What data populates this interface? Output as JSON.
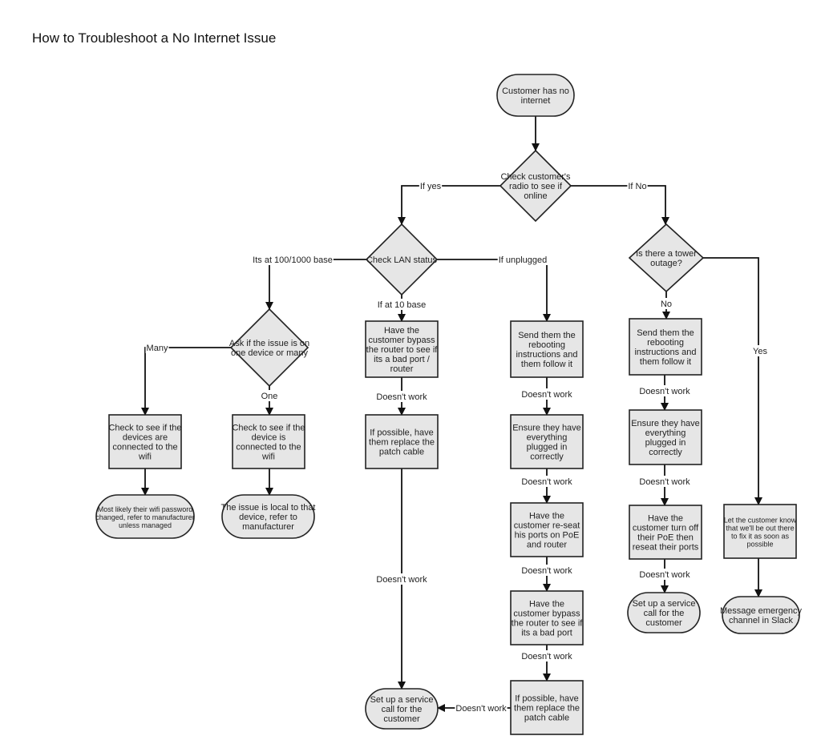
{
  "title": "How to Troubleshoot a No Internet Issue",
  "colors": {
    "fill": "#e6e6e6",
    "stroke": "#222222",
    "edge": "#111111"
  },
  "nodes": [
    {
      "id": "start",
      "type": "terminal",
      "lines": [
        "Customer has no",
        "internet"
      ]
    },
    {
      "id": "d1",
      "type": "decision",
      "lines": [
        "Check customer's",
        "radio to see if",
        "online"
      ]
    },
    {
      "id": "d2",
      "type": "decision",
      "lines": [
        "Check LAN status"
      ]
    },
    {
      "id": "d3",
      "type": "decision",
      "lines": [
        "Is there a tower",
        "outage?"
      ]
    },
    {
      "id": "d4",
      "type": "decision",
      "lines": [
        "Ask if the issue is on",
        "one device or many"
      ]
    },
    {
      "id": "A",
      "type": "process",
      "lines": [
        "Check to see if the",
        "devices are",
        "connected to the",
        "wifi"
      ]
    },
    {
      "id": "B",
      "type": "process",
      "lines": [
        "Check to see if the",
        "device is",
        "connected to the",
        "wifi"
      ]
    },
    {
      "id": "T1",
      "type": "terminal",
      "small": true,
      "lines": [
        "Most likely their wifi password",
        "changed, refer to manufacturer",
        "unless managed"
      ]
    },
    {
      "id": "T2",
      "type": "terminal",
      "lines": [
        "The issue is local to that",
        "device, refer to",
        "manufacturer"
      ]
    },
    {
      "id": "C",
      "type": "process",
      "lines": [
        "Have the",
        "customer bypass",
        "the router to see if",
        "its a bad port /",
        "router"
      ]
    },
    {
      "id": "D",
      "type": "process",
      "lines": [
        "If possible, have",
        "them replace the",
        "patch cable"
      ]
    },
    {
      "id": "T3",
      "type": "terminal",
      "lines": [
        "Set up a service",
        "call for the",
        "customer"
      ]
    },
    {
      "id": "E",
      "type": "process",
      "lines": [
        "Send them the",
        "rebooting",
        "instructions and",
        "them follow it"
      ]
    },
    {
      "id": "F",
      "type": "process",
      "lines": [
        "Ensure they have",
        "everything",
        "plugged in",
        "correctly"
      ]
    },
    {
      "id": "G",
      "type": "process",
      "lines": [
        "Have the",
        "customer re-seat",
        "his ports on PoE",
        "and router"
      ]
    },
    {
      "id": "H",
      "type": "process",
      "lines": [
        "Have the",
        "customer bypass",
        "the router to see if",
        "its a bad port"
      ]
    },
    {
      "id": "I",
      "type": "process",
      "lines": [
        "If possible, have",
        "them replace the",
        "patch cable"
      ]
    },
    {
      "id": "J",
      "type": "process",
      "lines": [
        "Send them the",
        "rebooting",
        "instructions and",
        "them follow it"
      ]
    },
    {
      "id": "K",
      "type": "process",
      "lines": [
        "Ensure they have",
        "everything",
        "plugged in",
        "correctly"
      ]
    },
    {
      "id": "L",
      "type": "process",
      "lines": [
        "Have the",
        "customer turn off",
        "their PoE then",
        "reseat their ports"
      ]
    },
    {
      "id": "T4",
      "type": "terminal",
      "lines": [
        "Set up a service",
        "call for the",
        "customer"
      ]
    },
    {
      "id": "M",
      "type": "process",
      "small": true,
      "lines": [
        "Let the customer know",
        "that we'll be out there",
        "to fix it as soon as",
        "possible"
      ]
    },
    {
      "id": "T5",
      "type": "terminal",
      "lines": [
        "Message emergency",
        "channel in Slack"
      ]
    }
  ],
  "edges": [
    {
      "from": "start",
      "to": "d1",
      "label": ""
    },
    {
      "from": "d1",
      "to": "d2",
      "label": "If yes"
    },
    {
      "from": "d1",
      "to": "d3",
      "label": "If No"
    },
    {
      "from": "d2",
      "to": "d4",
      "label": "Its at 100/1000 base"
    },
    {
      "from": "d2",
      "to": "C",
      "label": "If at 10 base"
    },
    {
      "from": "d2",
      "to": "E",
      "label": "If unplugged"
    },
    {
      "from": "d4",
      "to": "A",
      "label": "Many"
    },
    {
      "from": "d4",
      "to": "B",
      "label": "One"
    },
    {
      "from": "A",
      "to": "T1",
      "label": ""
    },
    {
      "from": "B",
      "to": "T2",
      "label": ""
    },
    {
      "from": "C",
      "to": "D",
      "label": "Doesn't work"
    },
    {
      "from": "D",
      "to": "T3",
      "label": "Doesn't work"
    },
    {
      "from": "E",
      "to": "F",
      "label": "Doesn't work"
    },
    {
      "from": "F",
      "to": "G",
      "label": "Doesn't work"
    },
    {
      "from": "G",
      "to": "H",
      "label": "Doesn't work"
    },
    {
      "from": "H",
      "to": "I",
      "label": "Doesn't work"
    },
    {
      "from": "I",
      "to": "T3",
      "label": "Doesn't work"
    },
    {
      "from": "d3",
      "to": "J",
      "label": "No"
    },
    {
      "from": "J",
      "to": "K",
      "label": "Doesn't work"
    },
    {
      "from": "K",
      "to": "L",
      "label": "Doesn't work"
    },
    {
      "from": "L",
      "to": "T4",
      "label": "Doesn't work"
    },
    {
      "from": "d3",
      "to": "M",
      "label": "Yes"
    },
    {
      "from": "M",
      "to": "T5",
      "label": ""
    }
  ]
}
